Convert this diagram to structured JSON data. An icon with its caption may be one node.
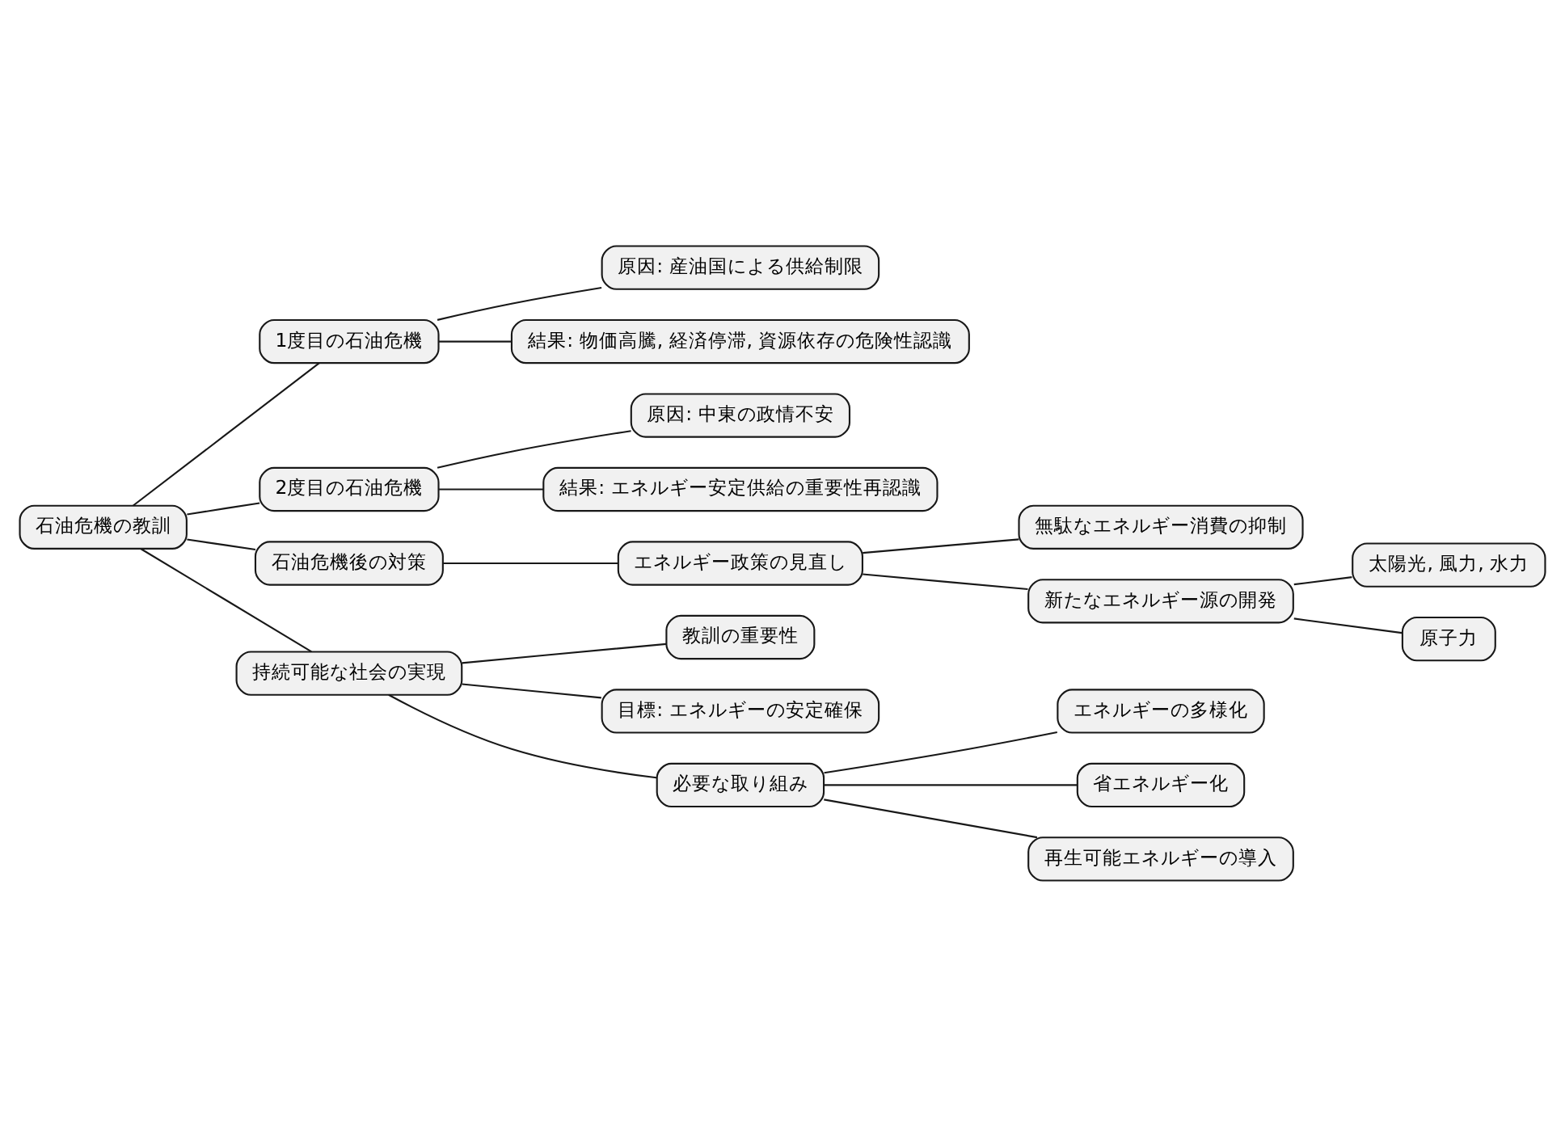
{
  "diagram": {
    "nodes": [
      {
        "text": [
          "石油危機の教訓"
        ]
      },
      {
        "text": [
          "1度目の石油危機"
        ]
      },
      {
        "text": [
          "原因: 産油国による供給制限"
        ]
      },
      {
        "text": [
          "結果: 物価高騰, 経済停滞, 資源依存の危険性認識"
        ]
      },
      {
        "text": [
          "2度目の石油危機"
        ]
      },
      {
        "text": [
          "原因: 中東の政情不安"
        ]
      },
      {
        "text": [
          "結果: エネルギー安定供給の重要性再認識"
        ]
      },
      {
        "text": [
          "石油危機後の対策"
        ]
      },
      {
        "text": [
          "エネルギー政策の見直し"
        ]
      },
      {
        "text": [
          "無駄なエネルギー消費の抑制"
        ]
      },
      {
        "text": [
          "新たなエネルギー源の開発"
        ]
      },
      {
        "text": [
          "太陽光, 風力, 水力"
        ]
      },
      {
        "text": [
          "原子力"
        ]
      },
      {
        "text": [
          "持続可能な社会の実現"
        ]
      },
      {
        "text": [
          "教訓の重要性"
        ]
      },
      {
        "text": [
          "目標: エネルギーの安定確保"
        ]
      },
      {
        "text": [
          "必要な取り組み"
        ]
      },
      {
        "text": [
          "エネルギーの多様化"
        ]
      },
      {
        "text": [
          "省エネルギー化"
        ]
      },
      {
        "text": [
          "再生可能エネルギーの導入"
        ]
      }
    ],
    "edges": [
      {
        "from": 0,
        "to": 1,
        "arrow": "none"
      },
      {
        "from": 1,
        "to": 2,
        "arrow": "none"
      },
      {
        "from": 1,
        "to": 3,
        "arrow": "none"
      },
      {
        "from": 0,
        "to": 4,
        "arrow": "none"
      },
      {
        "from": 4,
        "to": 5,
        "arrow": "none"
      },
      {
        "from": 4,
        "to": 6,
        "arrow": "none"
      },
      {
        "from": 0,
        "to": 7,
        "arrow": "none"
      },
      {
        "from": 7,
        "to": 8,
        "arrow": "none"
      },
      {
        "from": 8,
        "to": 9,
        "arrow": "none"
      },
      {
        "from": 8,
        "to": 10,
        "arrow": "none"
      },
      {
        "from": 10,
        "to": 11,
        "arrow": "none"
      },
      {
        "from": 10,
        "to": 12,
        "arrow": "none"
      },
      {
        "from": 0,
        "to": 13,
        "arrow": "none"
      },
      {
        "from": 13,
        "to": 14,
        "arrow": "none"
      },
      {
        "from": 13,
        "to": 15,
        "arrow": "none"
      },
      {
        "from": 13,
        "to": 16,
        "arrow": "none"
      },
      {
        "from": 16,
        "to": 17,
        "arrow": "none"
      },
      {
        "from": 16,
        "to": 18,
        "arrow": "none"
      },
      {
        "from": 16,
        "to": 19,
        "arrow": "none"
      }
    ]
  }
}
